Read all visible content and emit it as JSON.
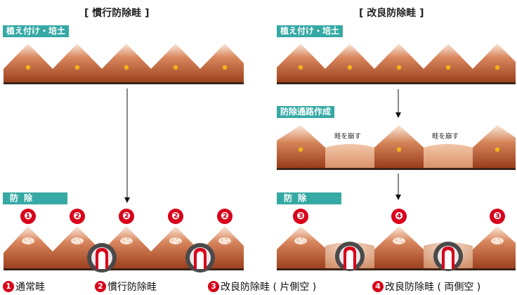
{
  "titles": {
    "left": "[ 慣行防除畦 ]",
    "right": "[ 改良防除畦 ]"
  },
  "tags": {
    "left_top": "植え付け・培土",
    "right_top": "植え付け・培土",
    "right_mid": "防除通路作成",
    "left_bottom": "防 除",
    "right_bottom": "防 除"
  },
  "labels": {
    "break_ridge_1": "畦を崩す",
    "break_ridge_2": "畦を崩す"
  },
  "markers": {
    "left": [
      "❶",
      "❷",
      "❷",
      "❷",
      "❷"
    ],
    "right": [
      "❸",
      "❹",
      "❸"
    ]
  },
  "legend": [
    {
      "num": "1",
      "text": "通常畦"
    },
    {
      "num": "2",
      "text": "慣行防除畦"
    },
    {
      "num": "3",
      "text": "改良防除畦 ( 片側空 )"
    },
    {
      "num": "4",
      "text": "改良防除畦 ( 両側空 )"
    }
  ],
  "colors": {
    "soil_dark": "#9c3f1c",
    "soil_light": "#f3d2b8",
    "accent_teal": "#36a9a4",
    "marker_red": "#d8001a",
    "seed": "#f2b418",
    "ground_line": "#3a2418"
  }
}
